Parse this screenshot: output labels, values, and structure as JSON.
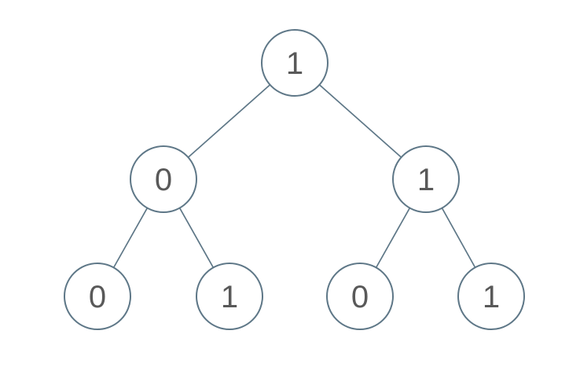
{
  "diagram": {
    "type": "binary-tree",
    "colors": {
      "background": "#ffffff",
      "node_stroke": "#5e7787",
      "node_fill": "#ffffff",
      "edge": "#5e7787",
      "label": "#595959"
    },
    "nodes": [
      {
        "id": "root",
        "label": "1",
        "level": 1
      },
      {
        "id": "left",
        "label": "0",
        "level": 2
      },
      {
        "id": "right",
        "label": "1",
        "level": 2
      },
      {
        "id": "left-left",
        "label": "0",
        "level": 3
      },
      {
        "id": "left-right",
        "label": "1",
        "level": 3
      },
      {
        "id": "right-left",
        "label": "0",
        "level": 3
      },
      {
        "id": "right-right",
        "label": "1",
        "level": 3
      }
    ],
    "edges": [
      {
        "from": "root",
        "to": "left"
      },
      {
        "from": "root",
        "to": "right"
      },
      {
        "from": "left",
        "to": "left-left"
      },
      {
        "from": "left",
        "to": "left-right"
      },
      {
        "from": "right",
        "to": "right-left"
      },
      {
        "from": "right",
        "to": "right-right"
      }
    ]
  }
}
